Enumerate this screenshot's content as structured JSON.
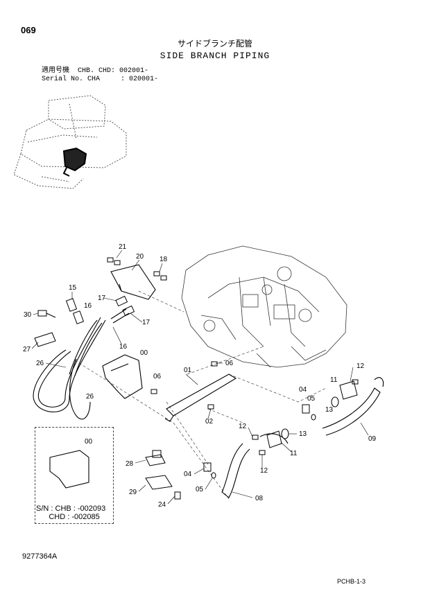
{
  "header": {
    "page_number": "069",
    "title_jp": "サイドブランチ配管",
    "title_en": "SIDE BRANCH PIPING",
    "serial_line1": "適用号機  CHB. CHD: 002001-",
    "serial_line2": "Serial No. CHA     : 020001-"
  },
  "callouts": {
    "c01": "01",
    "c02": "02",
    "c04a": "04",
    "c04b": "04",
    "c05a": "05",
    "c05b": "05",
    "c06a": "06",
    "c06b": "06",
    "c08": "08",
    "c09": "09",
    "c11a": "11",
    "c11b": "11",
    "c12a": "12",
    "c12b": "12",
    "c12c": "12",
    "c13a": "13",
    "c13b": "13",
    "c15": "15",
    "c16a": "16",
    "c16b": "16",
    "c17a": "17",
    "c17b": "17",
    "c18": "18",
    "c20": "20",
    "c21": "21",
    "c24": "24",
    "c26a": "26",
    "c26b": "26",
    "c27": "27",
    "c28": "28",
    "c29": "29",
    "c30": "30",
    "c00a": "00",
    "c00b": "00"
  },
  "sn_note": {
    "line1": "S/N : CHB : -002093",
    "line2": "      CHD : -002085"
  },
  "footer": {
    "document_number": "9277364A",
    "catalog_code": "PCHB-1-3"
  }
}
